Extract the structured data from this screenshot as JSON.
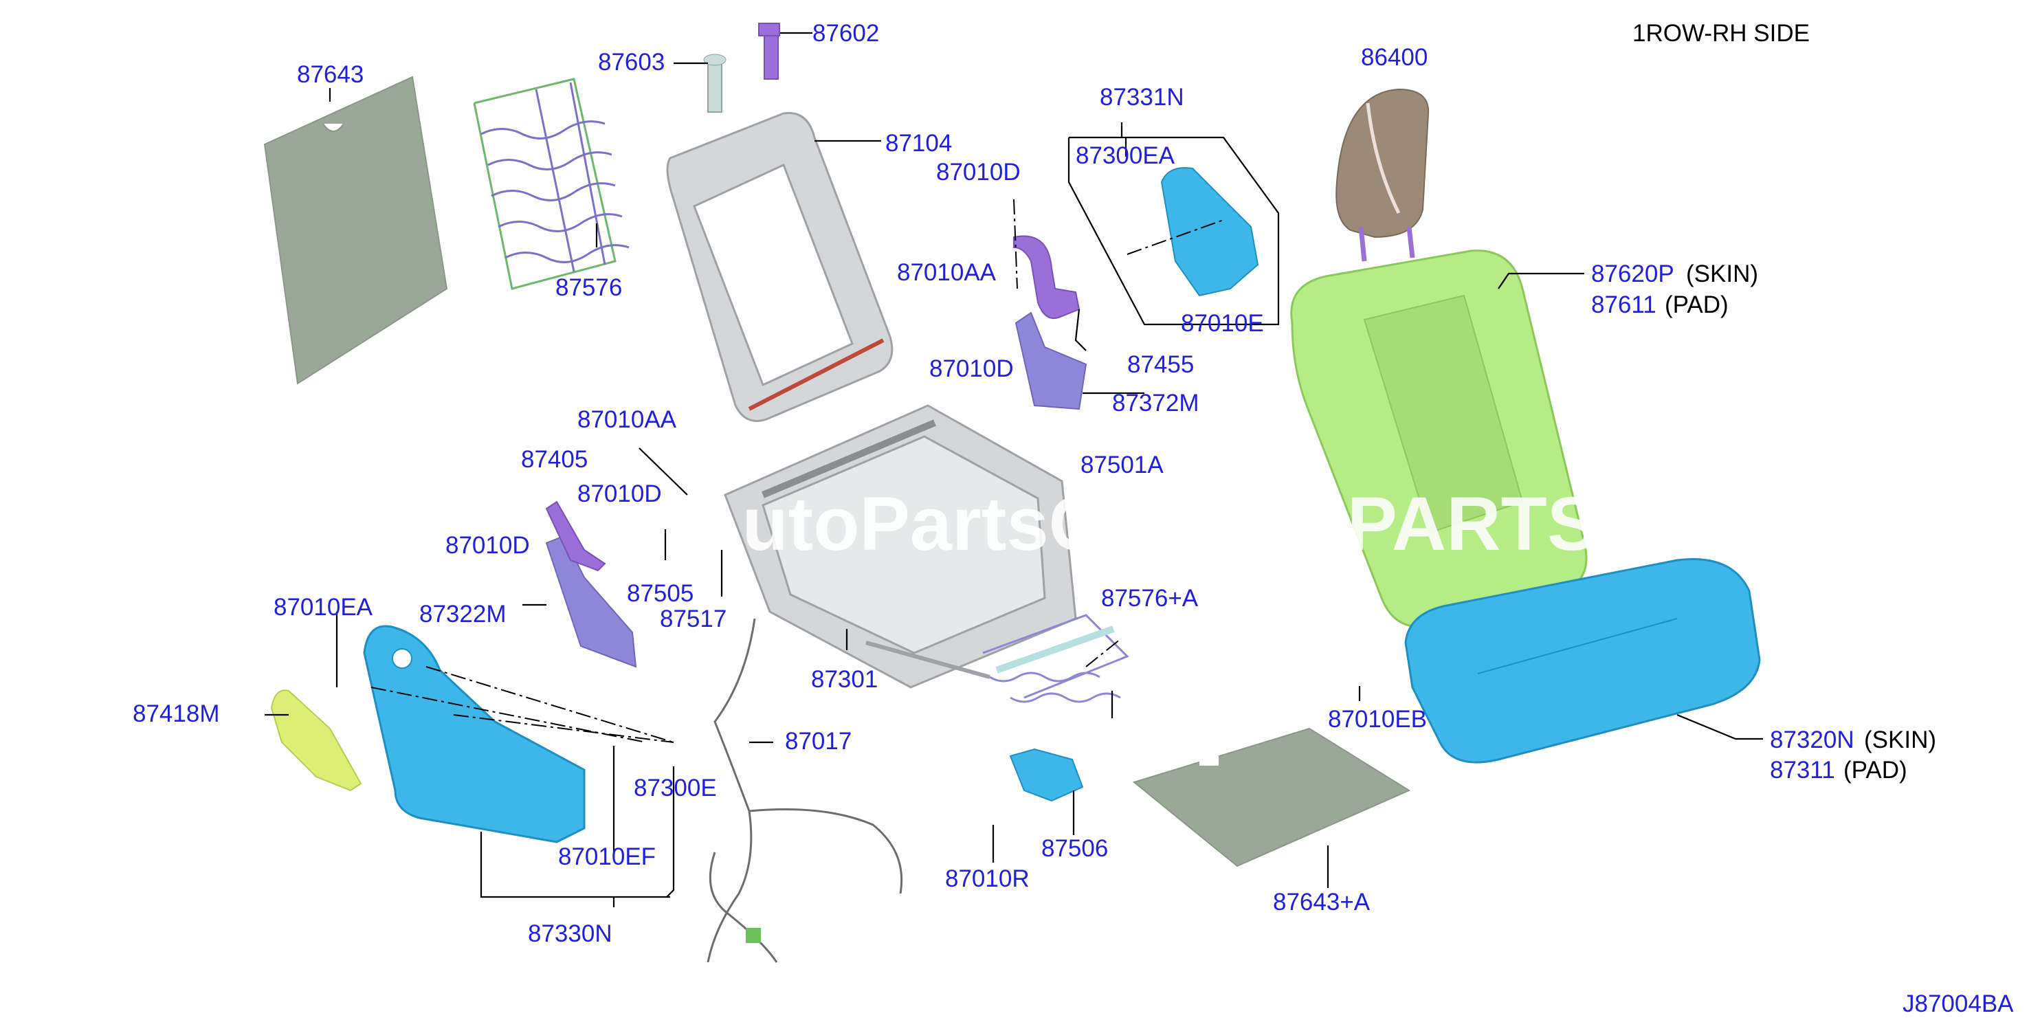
{
  "header": {
    "side": "1ROW-RH SIDE"
  },
  "footer": {
    "diagram_code": "J87004BA"
  },
  "watermark": {
    "text": "AutoPartsCatalog PARTS"
  },
  "colors": {
    "part_number": "#1f1fe0",
    "text": "#000000",
    "frame_gray": "#d4d6d8",
    "cushion_green": "#b6ec86",
    "cover_blue": "#3db7ea",
    "panel_purple": "#8e86d8",
    "board_gray": "#9aa898",
    "headrest_brown": "#9c8a78",
    "knob_yellow": "#dcee76"
  },
  "callouts": [
    {
      "id": "87643"
    },
    {
      "id": "87603"
    },
    {
      "id": "87602"
    },
    {
      "id": "87104"
    },
    {
      "id": "87576"
    },
    {
      "id": "87010D"
    },
    {
      "id": "87331N"
    },
    {
      "id": "87300EA"
    },
    {
      "id": "87010E"
    },
    {
      "id": "86400"
    },
    {
      "id": "87620P",
      "note": "(SKIN)"
    },
    {
      "id": "87611",
      "note": "(PAD)"
    },
    {
      "id": "87010AA"
    },
    {
      "id": "87455"
    },
    {
      "id": "87010D"
    },
    {
      "id": "87372M"
    },
    {
      "id": "87010AA"
    },
    {
      "id": "87405"
    },
    {
      "id": "87010D"
    },
    {
      "id": "87010D"
    },
    {
      "id": "87501A"
    },
    {
      "id": "87505"
    },
    {
      "id": "87517"
    },
    {
      "id": "87322M"
    },
    {
      "id": "87010EA"
    },
    {
      "id": "87301"
    },
    {
      "id": "87576+A"
    },
    {
      "id": "87418M"
    },
    {
      "id": "87017"
    },
    {
      "id": "87300E"
    },
    {
      "id": "87010EB"
    },
    {
      "id": "87320N",
      "note": "(SKIN)"
    },
    {
      "id": "87311",
      "note": "(PAD)"
    },
    {
      "id": "87010EF"
    },
    {
      "id": "87506"
    },
    {
      "id": "87643+A"
    },
    {
      "id": "87010R"
    },
    {
      "id": "87330N"
    }
  ]
}
